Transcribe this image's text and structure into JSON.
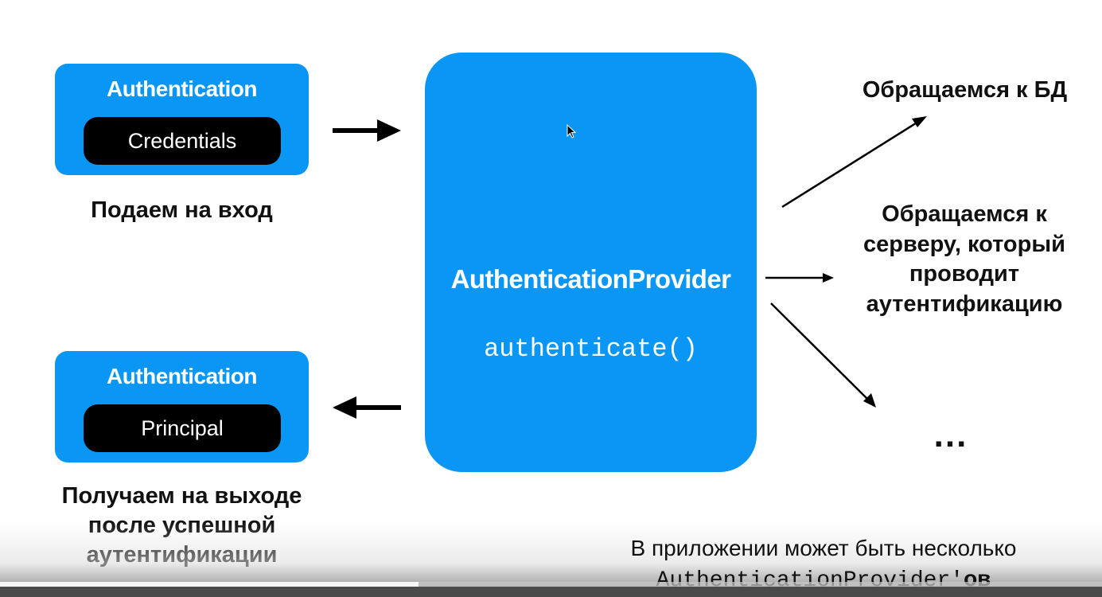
{
  "input_box": {
    "title": "Authentication",
    "pill": "Credentials",
    "caption": "Подаем на вход"
  },
  "output_box": {
    "title": "Authentication",
    "pill": "Principal",
    "caption": "Получаем на выходе\nпосле успешной\nаутентификации"
  },
  "provider": {
    "title": "AuthenticationProvider",
    "method": "authenticate()"
  },
  "options": {
    "db": "Обращаемся к БД",
    "server": "Обращаемся к\nсерверу, который\nпроводит\nаутентификацию",
    "more": "..."
  },
  "note": {
    "line1": "В приложении может быть несколько",
    "line2_mono": "AuthenticationProvider'",
    "line2_suffix": "ов"
  },
  "video": {
    "buffered_fraction": 0.38
  },
  "colors": {
    "box_blue": "#0a96f5",
    "pill_black": "#000000",
    "text_dark": "#111111"
  }
}
